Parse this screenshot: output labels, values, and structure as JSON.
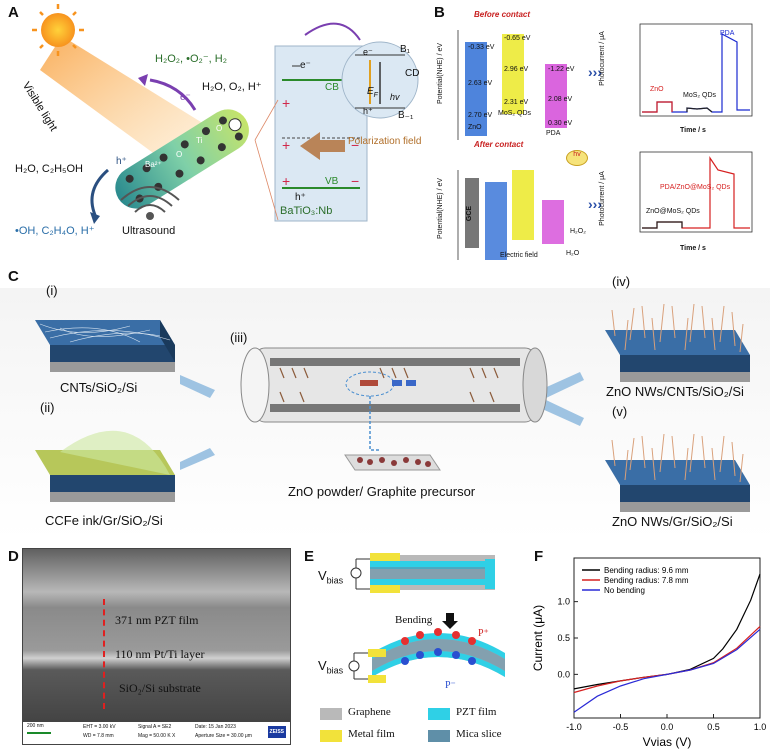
{
  "panels": {
    "A": {
      "letter": "A",
      "visible_light": "Visible light",
      "products_top": "H₂O₂, •O₂⁻, H₂",
      "reactants_top": "H₂O, O₂, H⁺",
      "electron": "e⁻",
      "hole": "h⁺",
      "reactants_left": "H₂O, C₂H₅OH",
      "products_left": "•OH, C₂H₄O, H⁺",
      "ultrasound": "Ultrasound",
      "cb": "CB",
      "vb": "VB",
      "ef": "E",
      "ef_sub": "F",
      "cd": "CD",
      "b1": "B₁",
      "bm1": "B₋₁",
      "hv": "hv",
      "polarization": "Polarization field",
      "material": "BaTiO₃:Nb",
      "rod_labels": [
        "Ba²⁺",
        "O",
        "Ti",
        "O"
      ]
    },
    "B": {
      "letter": "B",
      "before": "Before contact",
      "after": "After contact",
      "ylabel": "Potential(NHE) / eV",
      "zno": "ZnO",
      "mos2": "MoS₂ QDs",
      "pda": "PDA",
      "gce": "GCE",
      "electric_field": "Electric field",
      "h2o2": "H₂O₂",
      "h2o": "H₂O",
      "hv": "hv",
      "e_vals": {
        "zno_cb": "-0.33 eV",
        "zno_gap": "2.63 eV",
        "zno_vb": "2.70 eV",
        "mos_cb": "-0.65 eV",
        "mos_gap": "2.96 eV",
        "mos_vb": "2.31 eV",
        "pda_cb": "-1.22 eV",
        "pda_gap": "2.08 eV",
        "pda_vb": "0.30 eV"
      },
      "chart1": {
        "ylabel": "Photocurrent / μA",
        "xlabel": "Time / s",
        "labels": [
          "ZnO",
          "MoS₂ QDs",
          "PDA"
        ]
      },
      "chart2": {
        "ylabel": "Photocurrent / μA",
        "xlabel": "Time / s",
        "labels": [
          "ZnO@MoS₂ QDs",
          "PDA/ZnO@MoS₂ QDs"
        ]
      }
    },
    "C": {
      "letter": "C",
      "i": "(i)",
      "ii": "(ii)",
      "iii": "(iii)",
      "iv": "(iv)",
      "v": "(v)",
      "label_i": "CNTs/SiO₂/Si",
      "label_ii": "CCFe ink/Gr/SiO₂/Si",
      "label_iii": "ZnO powder/ Graphite precursor",
      "label_iv": "ZnO NWs/CNTs/SiO₂/Si",
      "label_v": "ZnO NWs/Gr/SiO₂/Si"
    },
    "D": {
      "letter": "D",
      "layer1": "371 nm  PZT film",
      "layer2": "110 nm  Pt/Ti layer",
      "layer3": "SiO₂/Si substrate",
      "scale": "200 nm",
      "meta": [
        "EHT = 3.00 kV",
        "WD = 7.8 mm",
        "Signal A = SE2",
        "Mag = 50.00 K X",
        "Date: 15 Jan 2023",
        "Aperture Size = 30.00 μm"
      ],
      "brand": "ZEISS"
    },
    "E": {
      "letter": "E",
      "vbias": "V",
      "vbias_sub": "bias",
      "bending": "Bending",
      "p_plus": "P⁺",
      "p_minus": "P⁻",
      "legend": [
        "Graphene",
        "PZT film",
        "Metal film",
        "Mica slice"
      ],
      "legend_colors": [
        "#b9b9b9",
        "#2fd0e6",
        "#f2e23a",
        "#5f8fa8"
      ]
    },
    "F": {
      "letter": "F"
    }
  },
  "chart_data": {
    "type": "line",
    "xlabel": "Vvias (V)",
    "ylabel": "Current (μA)",
    "xlim": [
      -1.0,
      1.0
    ],
    "ylim": [
      -0.6,
      1.6
    ],
    "xticks": [
      "-1.0",
      "-0.5",
      "0.0",
      "0.5",
      "1.0"
    ],
    "yticks": [
      "0.0",
      "0.5",
      "1.0"
    ],
    "legend_position": "top-left",
    "series": [
      {
        "name": "Bending radius: 9.6 mm",
        "color": "#000000",
        "x": [
          -1.0,
          -0.75,
          -0.5,
          -0.25,
          0.0,
          0.25,
          0.5,
          0.6,
          0.75,
          0.9,
          1.0
        ],
        "y": [
          -0.2,
          -0.14,
          -0.09,
          -0.04,
          0.0,
          0.07,
          0.22,
          0.35,
          0.62,
          1.02,
          1.38
        ]
      },
      {
        "name": "Bending radius: 7.8 mm",
        "color": "#d62020",
        "x": [
          -1.0,
          -0.75,
          -0.5,
          -0.25,
          0.0,
          0.25,
          0.5,
          0.75,
          1.0
        ],
        "y": [
          -0.25,
          -0.16,
          -0.09,
          -0.04,
          0.0,
          0.06,
          0.16,
          0.36,
          0.66
        ]
      },
      {
        "name": "No bending",
        "color": "#2a2ad6",
        "x": [
          -1.0,
          -0.75,
          -0.5,
          -0.25,
          0.0,
          0.25,
          0.5,
          0.75,
          1.0
        ],
        "y": [
          -0.52,
          -0.3,
          -0.16,
          -0.06,
          0.0,
          0.06,
          0.15,
          0.34,
          0.62
        ]
      }
    ]
  }
}
